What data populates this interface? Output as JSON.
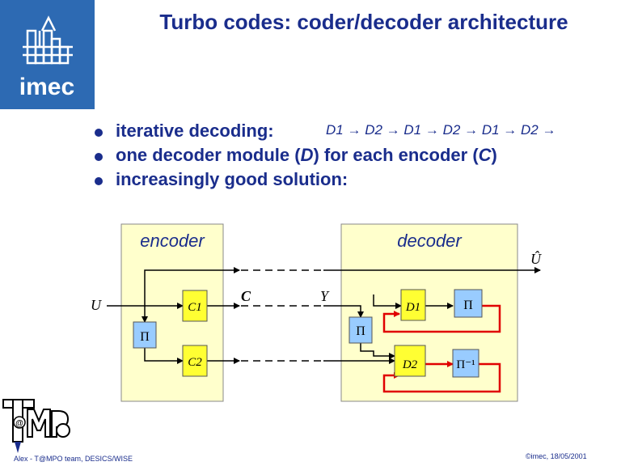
{
  "title": "Turbo codes: coder/decoder architecture",
  "logo": {
    "text": "imec"
  },
  "bullets": [
    {
      "text": "iterative decoding:"
    },
    {
      "pre": "one decoder module (",
      "em1": "D",
      "mid": ") for each encoder (",
      "em2": "C",
      "post": ")"
    },
    {
      "text": "increasingly good solution:"
    }
  ],
  "sequence": [
    "D1",
    "D2",
    "D1",
    "D2",
    "D1",
    "D2"
  ],
  "diagram": {
    "encoder_label": "encoder",
    "decoder_label": "decoder",
    "input_label": "U",
    "output_label": "Û",
    "channel_c_label": "C",
    "channel_y_label": "Y",
    "c1_label": "C1",
    "c2_label": "C2",
    "d1_label": "D1",
    "d2_label": "D2",
    "pi_label": "Π",
    "pi_inv_label": "Π⁻¹"
  },
  "tempo_logo_text": "T@MPO",
  "footer": {
    "left": "Alex - T@MPO team, DESICS/WISE",
    "right": "©imec, 18/05/2001"
  },
  "colors": {
    "title": "#1a2d8c",
    "box_fill": "#ffffcc",
    "module_fill": "#ffff33",
    "pi_fill": "#99ccff",
    "feedback": "#e00000",
    "logo_bg": "#2d6ab3"
  }
}
